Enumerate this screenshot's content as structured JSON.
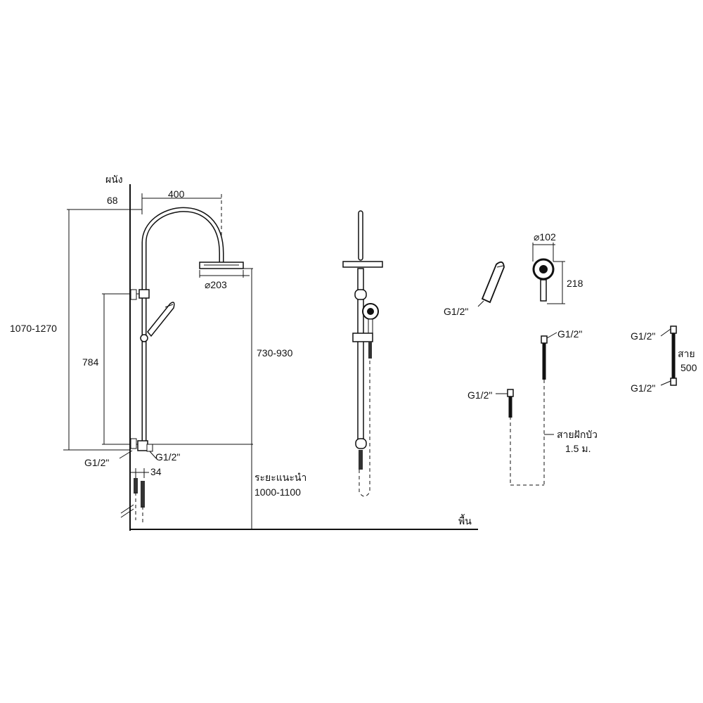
{
  "labels": {
    "wall": "ผนัง",
    "floor": "พื้น",
    "offset_68": "68",
    "arm_400": "400",
    "head_dia": "⌀203",
    "height_total": "1070-1270",
    "rail_784": "784",
    "head_height": "730-930",
    "inlet_spacing": "34",
    "inlet_left": "G1/2\"",
    "inlet_right": "G1/2\"",
    "recommended_title": "ระยะแนะนำ",
    "recommended_value": "1000-1100",
    "hand_thread": "G1/2\"",
    "hand_dia": "⌀102",
    "hand_len": "218",
    "hose_top_thread": "G1/2\"",
    "hose_bottom_thread": "G1/2\"",
    "hose_title": "สายฝักบัว",
    "hose_len": "1.5 ม.",
    "short_top": "G1/2\"",
    "short_bottom": "G1/2\"",
    "short_title": "สาย",
    "short_len": "500"
  }
}
